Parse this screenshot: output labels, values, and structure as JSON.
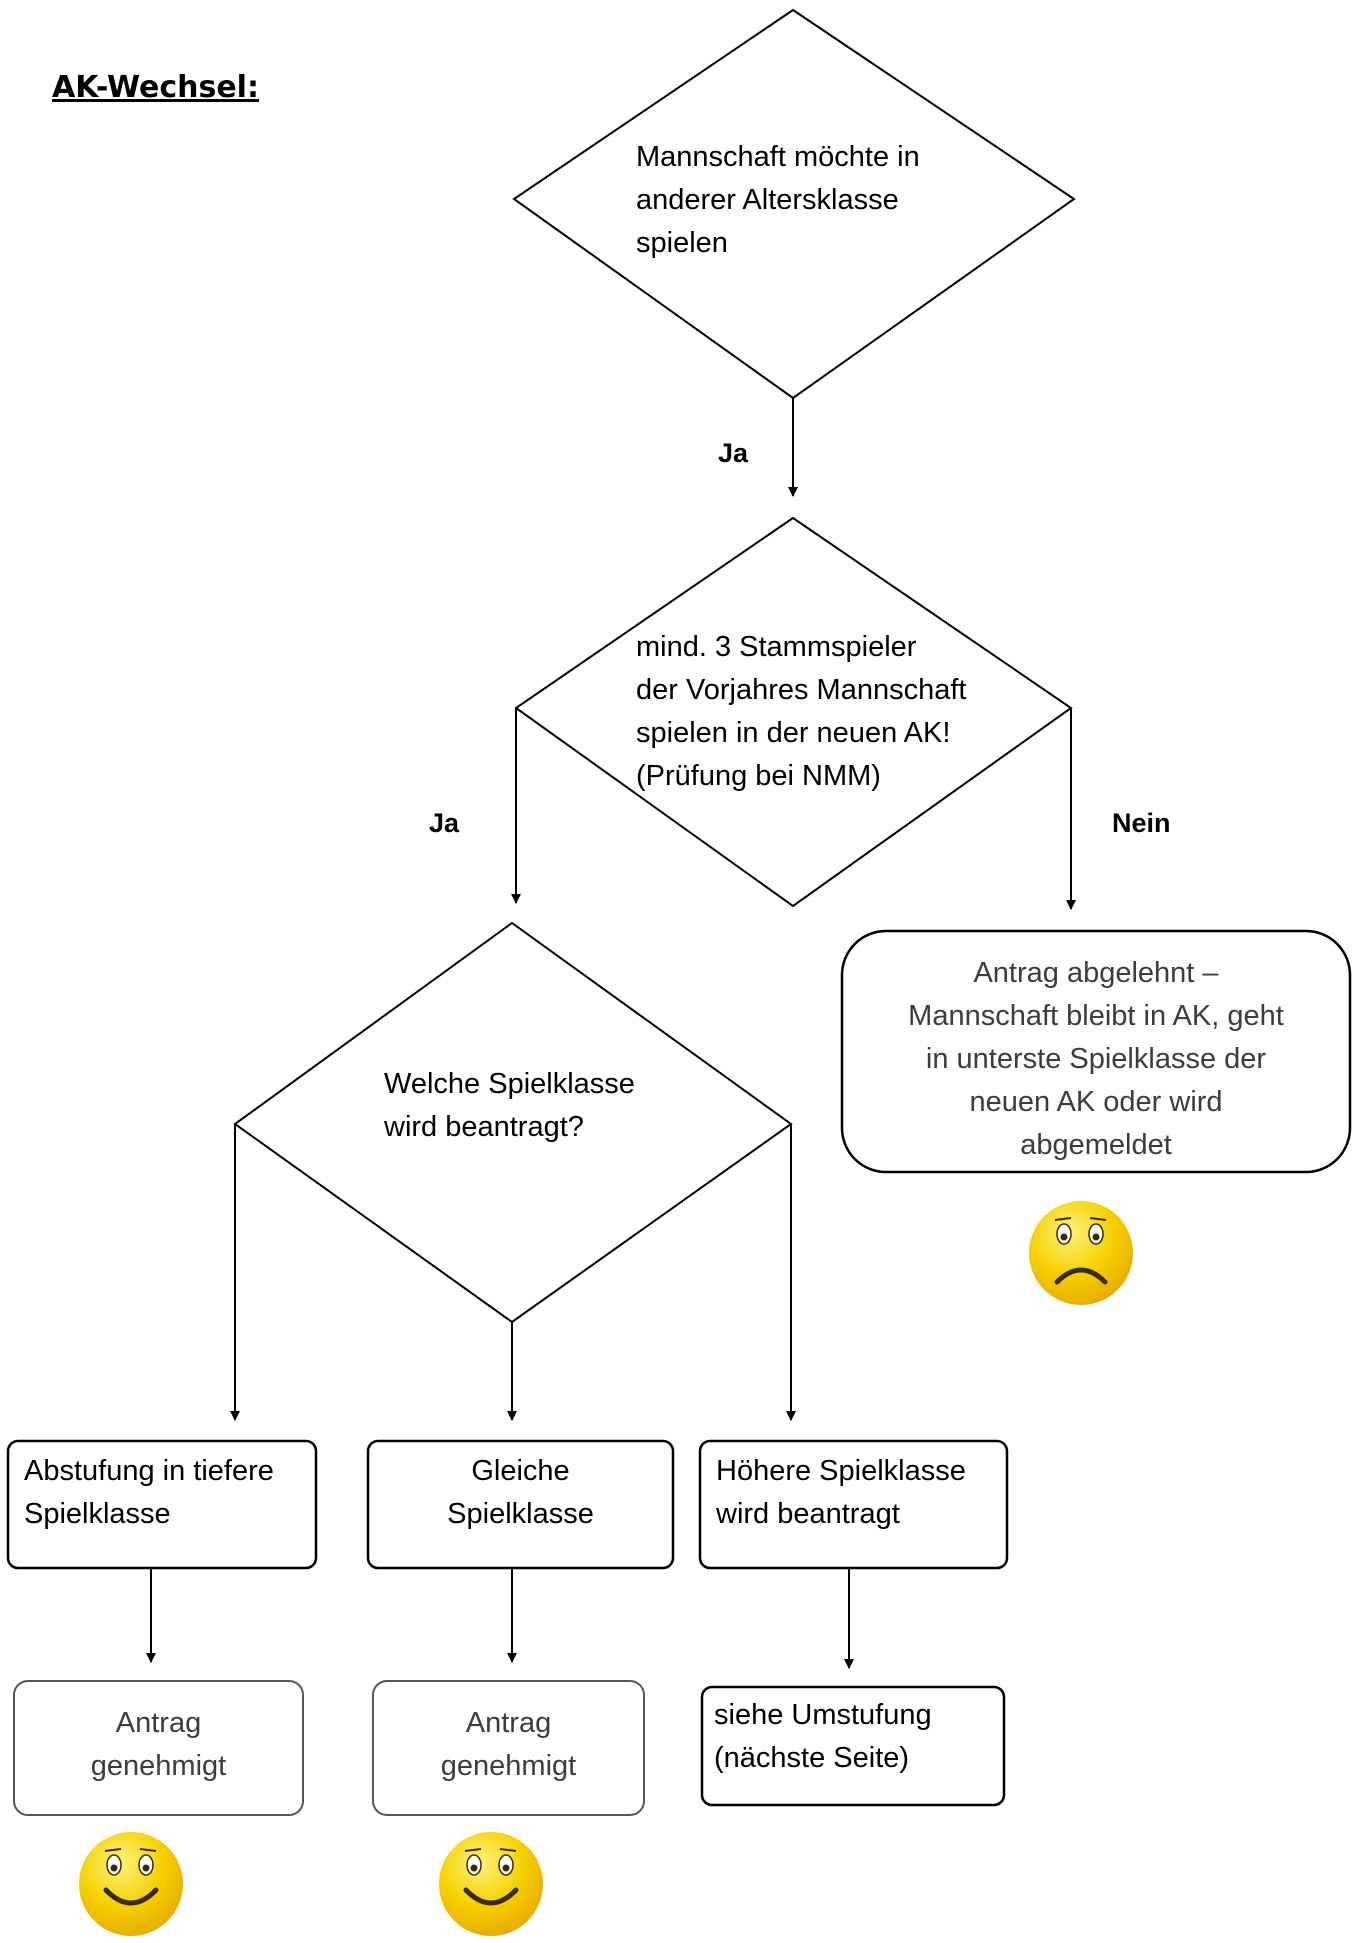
{
  "title": "AK-Wechsel:",
  "nodes": {
    "start": [
      "Mannschaft möchte in",
      "anderer Altersklasse",
      "spielen"
    ],
    "check": [
      "mind. 3 Stammspieler",
      "der Vorjahres Mannschaft",
      "spielen in der neuen AK!",
      "(Prüfung bei NMM)"
    ],
    "which": [
      "Welche Spielklasse",
      "wird beantragt?"
    ],
    "rejected": [
      "Antrag abgelehnt –",
      "Mannschaft bleibt in AK, geht",
      "in unterste Spielklasse der",
      "neuen AK oder wird",
      "abgemeldet"
    ],
    "lower": [
      "Abstufung in tiefere",
      "Spielklasse"
    ],
    "same": [
      "Gleiche",
      "Spielklasse"
    ],
    "higher": [
      "Höhere Spielklasse",
      "wird beantragt"
    ],
    "approved_1": [
      "Antrag",
      "genehmigt"
    ],
    "approved_2": [
      "Antrag",
      "genehmigt"
    ],
    "see_page": [
      "siehe Umstufung",
      "(nächste Seite)"
    ]
  },
  "labels": {
    "yes_1": "Ja",
    "yes_2": "Ja",
    "no": "Nein"
  },
  "icons": {
    "rejected": "sad-face-icon",
    "approved_1": "smiley-face-icon",
    "approved_2": "smiley-face-icon"
  },
  "colors": {
    "face": "#f5d000",
    "face_highlight": "#fff27a"
  }
}
